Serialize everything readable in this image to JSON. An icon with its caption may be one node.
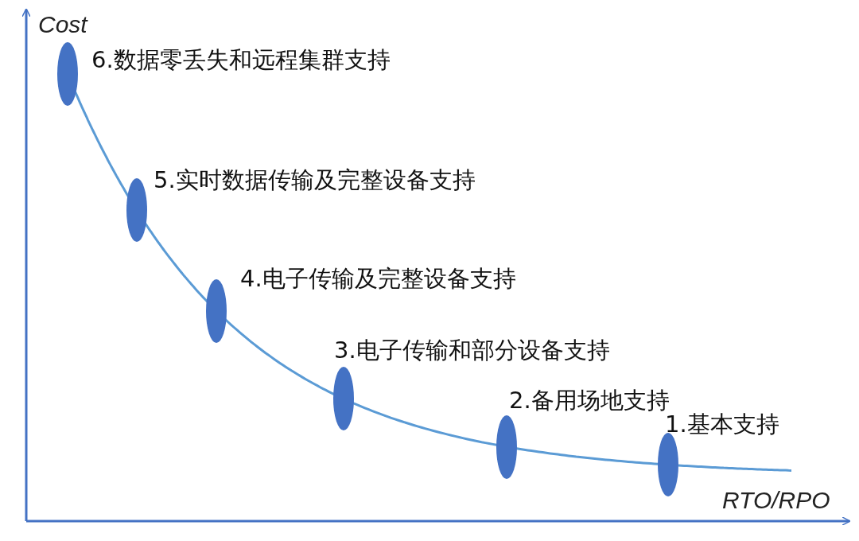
{
  "diagram": {
    "nodes": [
      {
        "text": [
          "6.数据零丢失和远程集群支持"
        ]
      },
      {
        "text": [
          "5.实时数据传输及完整设备支持"
        ]
      },
      {
        "text": [
          "4.电子传输及完整设备支持"
        ]
      },
      {
        "text": [
          "3.电子传输和部分设备支持"
        ]
      },
      {
        "text": [
          "2.备用场地支持"
        ]
      },
      {
        "text": [
          "1.基本支持"
        ]
      }
    ],
    "edges": [
      {
        "from": 0,
        "to": 1,
        "arrow": "none"
      },
      {
        "from": 1,
        "to": 2,
        "arrow": "none"
      },
      {
        "from": 2,
        "to": 3,
        "arrow": "none"
      },
      {
        "from": 3,
        "to": 4,
        "arrow": "none"
      },
      {
        "from": 4,
        "to": 5,
        "arrow": "none"
      }
    ],
    "labels": [
      "Cost",
      "RTO/RPO"
    ]
  }
}
